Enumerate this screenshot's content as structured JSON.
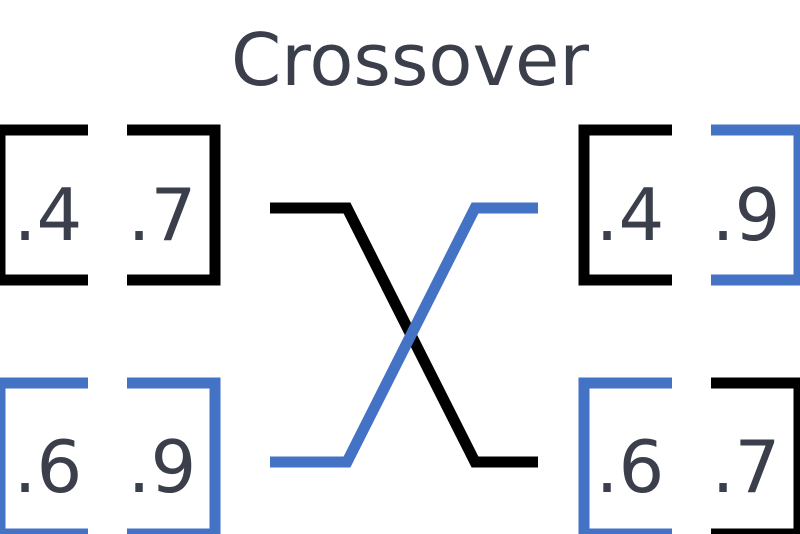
{
  "title": "Crossover",
  "colors": {
    "black": "#000000",
    "blue": "#4472c4",
    "text": "#3a3f4b"
  },
  "parents": [
    {
      "genes": [
        {
          "value": ".4",
          "color": "black"
        },
        {
          "value": ".7",
          "color": "black"
        }
      ]
    },
    {
      "genes": [
        {
          "value": ".6",
          "color": "blue"
        },
        {
          "value": ".9",
          "color": "blue"
        }
      ]
    }
  ],
  "children": [
    {
      "genes": [
        {
          "value": ".4",
          "color": "black"
        },
        {
          "value": ".9",
          "color": "blue"
        }
      ]
    },
    {
      "genes": [
        {
          "value": ".6",
          "color": "blue"
        },
        {
          "value": ".7",
          "color": "black"
        }
      ]
    }
  ]
}
